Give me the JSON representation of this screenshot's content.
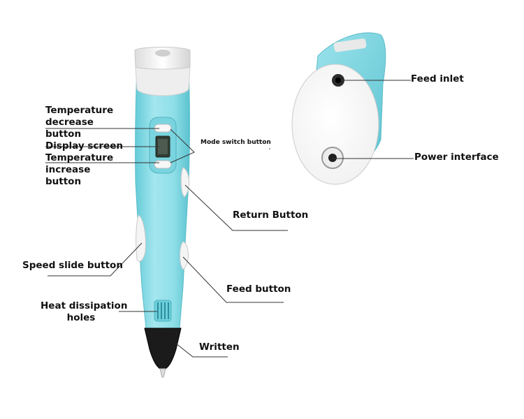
{
  "labels": {
    "temperature_decrease_button": [
      "Temperature",
      "decrease",
      "button"
    ],
    "display_screen": "Display screen",
    "temperature_increase_button": [
      "Temperature",
      "increase",
      "button"
    ],
    "mode_switch_button": "Mode switch button",
    "return_button": "Return Button",
    "speed_slide_button": "Speed slide button",
    "feed_button": "Feed button",
    "heat_dissipation_holes": [
      "Heat dissipation",
      "holes"
    ],
    "written": "Written",
    "feed_inlet": "Feed inlet",
    "power_interface": "Power interface"
  },
  "colors": {
    "pen_body": "#8fdfe8",
    "pen_body_shade": "#5cc6d3",
    "pen_cap": "#f3f3f3",
    "nozzle": "#1b1b1b",
    "display": "#2f3b33",
    "leader_line": "#333333"
  },
  "icons": {
    "pen": "3d-pen-icon",
    "pen_end": "3d-pen-end-view-icon"
  }
}
